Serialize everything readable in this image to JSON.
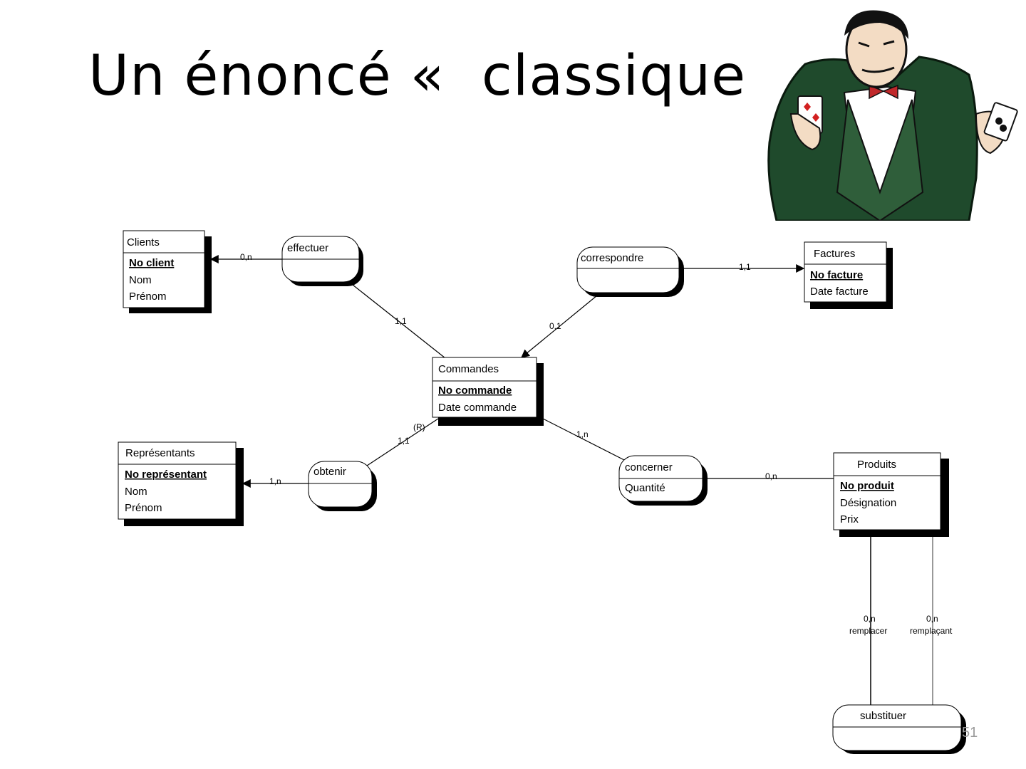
{
  "slide": {
    "title": "Un énoncé «  classique",
    "page_number": "51"
  },
  "illustration": {
    "icon": "magician-with-cards-icon"
  },
  "colors": {
    "shadow": "#000000",
    "line": "#000000",
    "suit_red": "#d22020",
    "jacket": "#1f4a2c",
    "bowtie": "#c0282a"
  },
  "entities": {
    "clients": {
      "name": "Clients",
      "key": "No client",
      "attrs": [
        "Nom",
        "Prénom"
      ]
    },
    "factures": {
      "name": "Factures",
      "key": "No facture",
      "attrs": [
        "Date facture"
      ]
    },
    "commandes": {
      "name": "Commandes",
      "key": "No commande",
      "attrs": [
        "Date commande"
      ]
    },
    "representants": {
      "name": "Représentants",
      "key": "No représentant",
      "attrs": [
        "Nom",
        "Prénom"
      ]
    },
    "produits": {
      "name": "Produits",
      "key": "No produit",
      "attrs": [
        "Désignation",
        "Prix"
      ]
    }
  },
  "relations": {
    "effectuer": {
      "name": "effectuer"
    },
    "correspondre": {
      "name": "correspondre"
    },
    "obtenir": {
      "name": "obtenir"
    },
    "concerner": {
      "name": "concerner",
      "attr": "Quantité"
    },
    "substituer": {
      "name": "substituer"
    }
  },
  "cardinalities": {
    "effectuer_clients": "0,n",
    "effectuer_commandes": "1,1",
    "correspondre_commandes": "0,1",
    "correspondre_factures": "1,1",
    "obtenir_representants": "1,n",
    "obtenir_commandes": "1,1",
    "obtenir_role": "(R)",
    "concerner_commandes": "1,n",
    "concerner_produits": "0,n",
    "substituer_left": "0,n",
    "substituer_left_role": "remplacer",
    "substituer_right": "0,n",
    "substituer_right_role": "remplaçant"
  }
}
